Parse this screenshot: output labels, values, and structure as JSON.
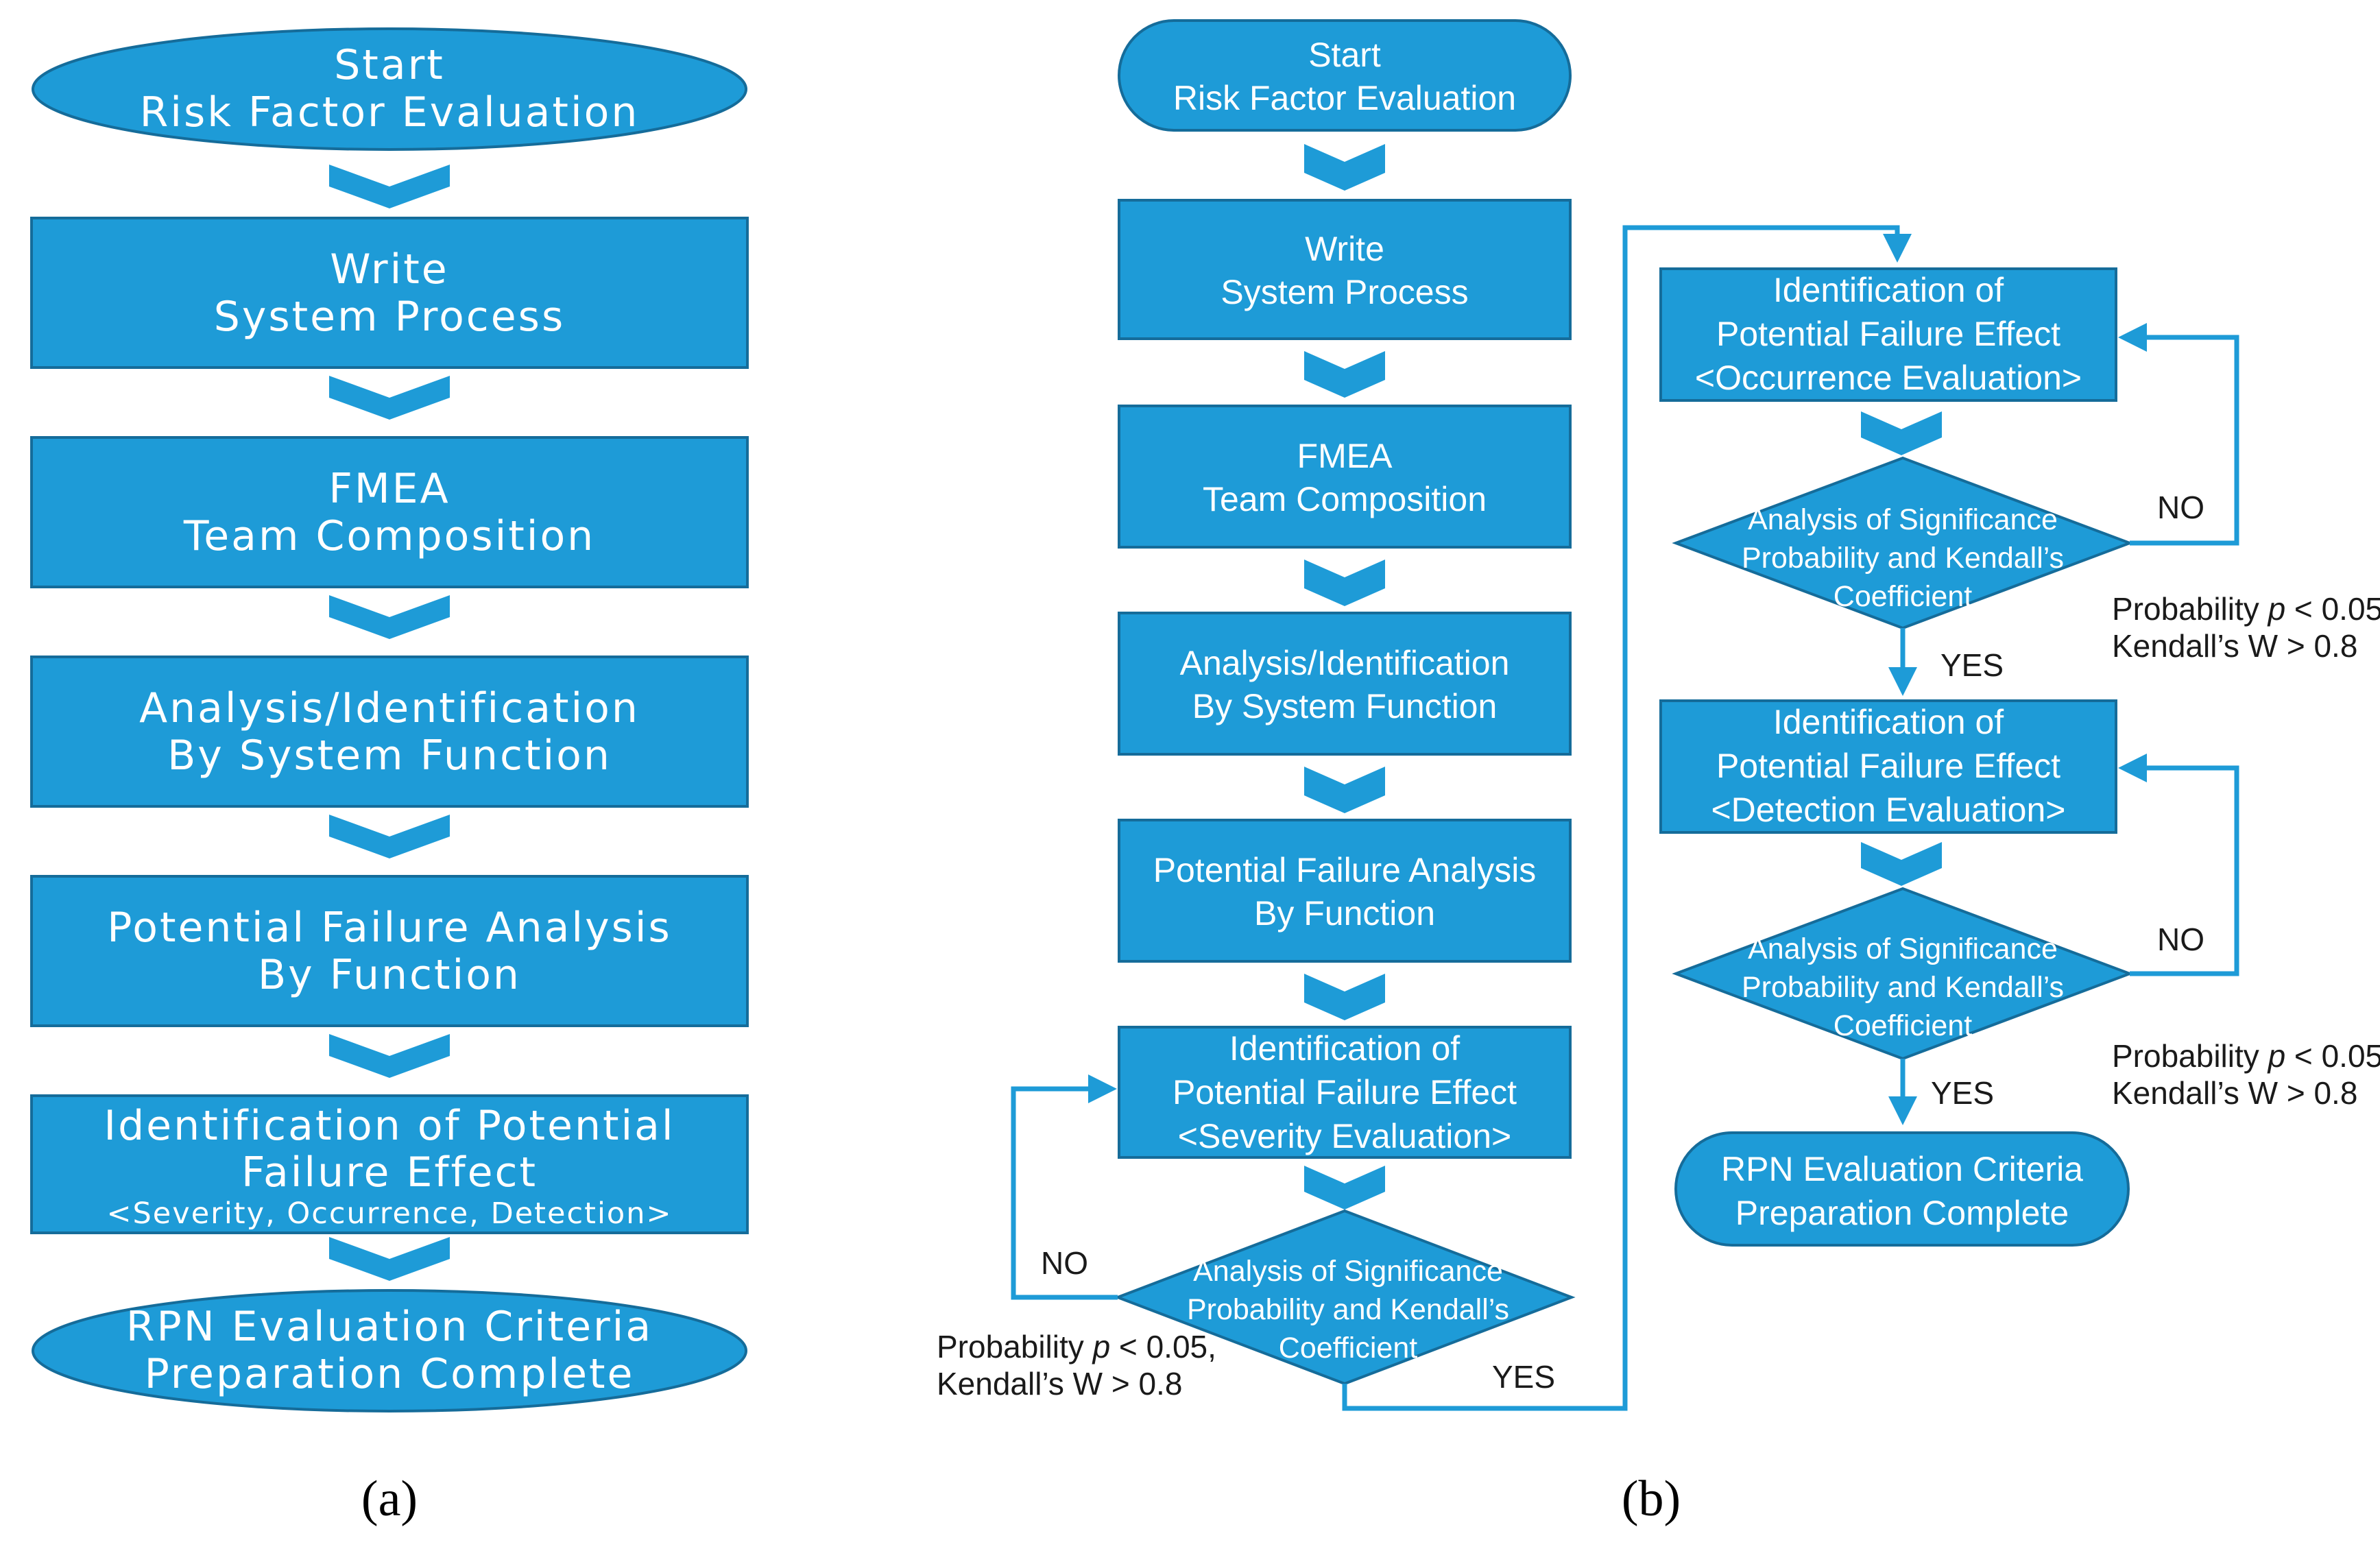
{
  "colors": {
    "fill": "#1E9BD7",
    "stroke": "#156C9A",
    "connector": "#1E9BD7"
  },
  "panel_a": {
    "caption": "(a)",
    "start": [
      "Start",
      "Risk Factor Evaluation"
    ],
    "steps": [
      [
        "Write",
        "System Process"
      ],
      [
        "FMEA",
        "Team Composition"
      ],
      [
        "Analysis/Identification",
        "By System Function"
      ],
      [
        "Potential Failure Analysis",
        "By Function"
      ],
      [
        "Identification of Potential",
        "Failure Effect",
        "<Severity, Occurrence, Detection>"
      ]
    ],
    "end": [
      "RPN Evaluation Criteria",
      "Preparation Complete"
    ]
  },
  "panel_b": {
    "caption": "(b)",
    "start": [
      "Start",
      "Risk Factor Evaluation"
    ],
    "steps": [
      [
        "Write",
        "System Process"
      ],
      [
        "FMEA",
        "Team Composition"
      ],
      [
        "Analysis/Identification",
        "By System Function"
      ],
      [
        "Potential Failure Analysis",
        "By Function"
      ]
    ],
    "severity": [
      "Identification of",
      "Potential Failure Effect",
      "<Severity Evaluation>"
    ],
    "occurrence": [
      "Identification of",
      "Potential Failure Effect",
      "<Occurrence Evaluation>"
    ],
    "detection": [
      "Identification of",
      "Potential Failure Effect",
      "<Detection Evaluation>"
    ],
    "decision": [
      "Analysis of Significance",
      "Probability and Kendall’s",
      "Coefficient"
    ],
    "criteria": {
      "prefix": "Probability ",
      "p": "p",
      "suffix": " < 0.05,",
      "line2": "Kendall’s W > 0.8"
    },
    "yes": "YES",
    "no": "NO",
    "end": [
      "RPN Evaluation Criteria",
      "Preparation Complete"
    ]
  }
}
